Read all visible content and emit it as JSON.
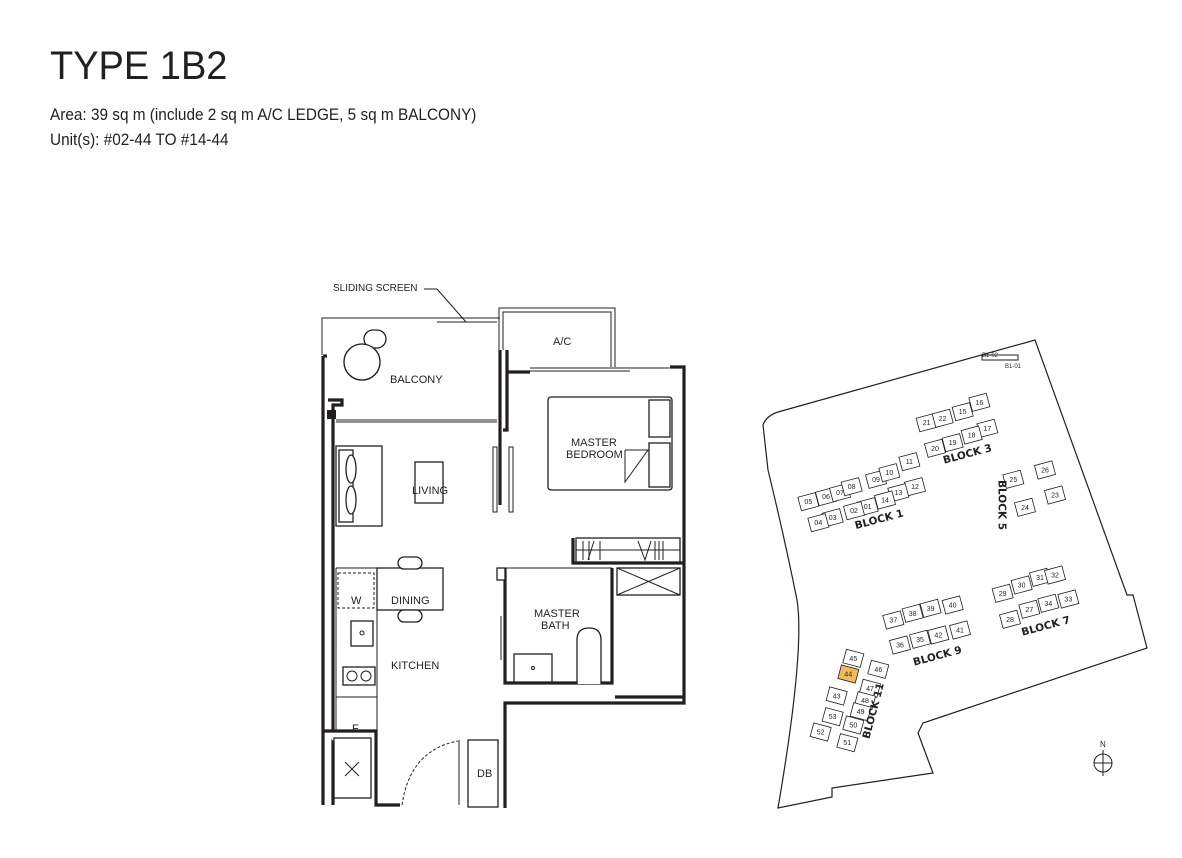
{
  "header": {
    "title": "TYPE 1B2",
    "area": "Area: 39 sq m (include 2 sq m A/C LEDGE, 5 sq m BALCONY)",
    "units": "Unit(s): #02-44 TO #14-44"
  },
  "floor_plan": {
    "sliding_screen": "SLIDING SCREEN",
    "balcony": "BALCONY",
    "ac": "A/C",
    "master_bedroom": [
      "MASTER",
      "BEDROOM"
    ],
    "living": "LIVING",
    "dining": "DINING",
    "washer": "W",
    "kitchen": "KITCHEN",
    "master_bath": [
      "MASTER",
      "BATH"
    ],
    "fridge": "F",
    "db": "DB"
  },
  "site_plan": {
    "highlight_color": "#f4b860",
    "highlighted_unit": "44",
    "basement_labels": [
      "B1-02",
      "B1-01"
    ],
    "north_label": "N",
    "blocks": [
      {
        "label": "BLOCK 1",
        "units": [
          "05",
          "06",
          "07",
          "08",
          "09",
          "10",
          "11",
          "12",
          "13",
          "14",
          "01",
          "02",
          "03",
          "04"
        ]
      },
      {
        "label": "BLOCK 3",
        "units": [
          "21",
          "22",
          "15",
          "16",
          "17",
          "18",
          "19",
          "20"
        ]
      },
      {
        "label": "BLOCK 5",
        "units": [
          "25",
          "26",
          "23",
          "24"
        ]
      },
      {
        "label": "BLOCK 7",
        "units": [
          "29",
          "30",
          "31",
          "32",
          "33",
          "34",
          "27",
          "28"
        ]
      },
      {
        "label": "BLOCK 9",
        "units": [
          "37",
          "38",
          "39",
          "40",
          "41",
          "42",
          "35",
          "36"
        ]
      },
      {
        "label": "BLOCK 11",
        "units": [
          "45",
          "44",
          "46",
          "47",
          "48",
          "49",
          "50",
          "51",
          "52",
          "53",
          "43"
        ]
      }
    ]
  }
}
